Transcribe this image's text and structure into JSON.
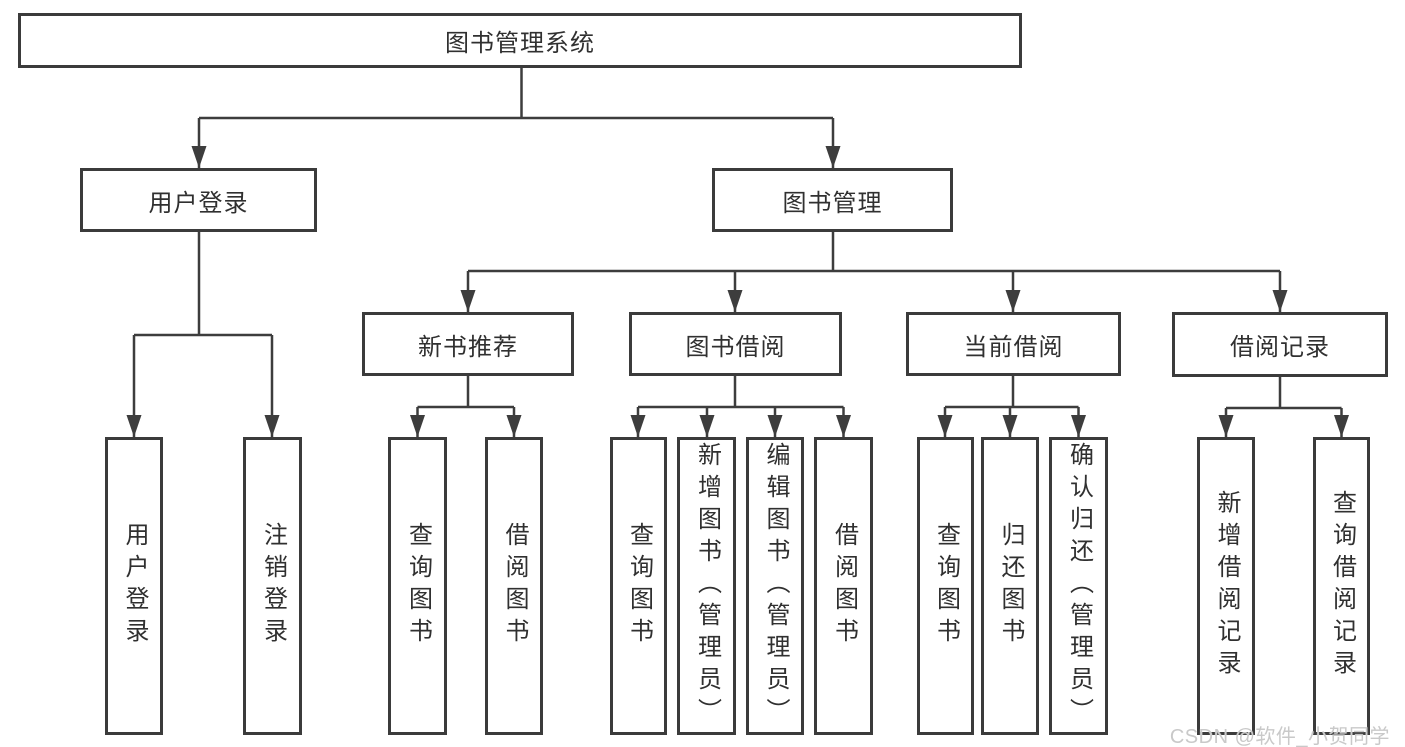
{
  "diagram_title": "图书管理系统",
  "watermark": {
    "text": "CSDN @软件_小贺同学"
  },
  "colors": {
    "line": "#3d3d3d",
    "box_border": "#3b3b3b",
    "text": "#303030",
    "watermark": "#c9c9c9",
    "background": "#ffffff"
  },
  "nodes": {
    "root": {
      "label": "图书管理系统"
    },
    "user_login": {
      "label": "用户登录"
    },
    "book_mgmt": {
      "label": "图书管理"
    },
    "new_book_rec": {
      "label": "新书推荐"
    },
    "book_borrow": {
      "label": "图书借阅"
    },
    "current_borrow": {
      "label": "当前借阅"
    },
    "borrow_records": {
      "label": "借阅记录"
    },
    "leaves": {
      "user_login": {
        "label": "用户登录"
      },
      "logout": {
        "label": "注销登录"
      },
      "rec_query": {
        "label": "查询图书"
      },
      "rec_borrow": {
        "label": "借阅图书"
      },
      "bb_query": {
        "label": "查询图书"
      },
      "bb_add": {
        "label": "新增图书（管理员）"
      },
      "bb_edit": {
        "label": "编辑图书（管理员）"
      },
      "bb_borrow": {
        "label": "借阅图书"
      },
      "cb_query": {
        "label": "查询图书"
      },
      "cb_return": {
        "label": "归还图书"
      },
      "cb_confirm": {
        "label": "确认归还（管理员）"
      },
      "br_add": {
        "label": "新增借阅记录"
      },
      "br_query": {
        "label": "查询借阅记录"
      }
    }
  }
}
